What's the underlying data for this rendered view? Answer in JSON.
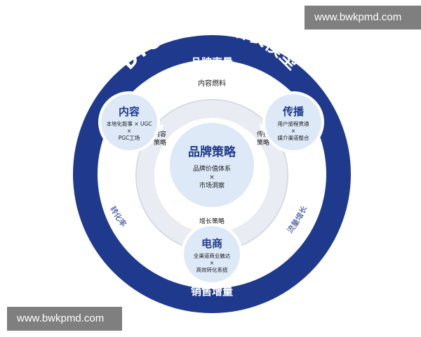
{
  "title": "DTC+全渠道增长模型",
  "ring": {
    "top_label": "品牌声量",
    "bottom_label": "销售增量",
    "left_label": "转化率",
    "right_label": "流量增长"
  },
  "inner_ring_top_label": "内容燃料",
  "center": {
    "title": "品牌策略",
    "line1": "品牌价值体系",
    "sep": "×",
    "line2": "市场洞察"
  },
  "nodes": {
    "content": {
      "title": "内容",
      "line1": "本地化叙事 × UGC",
      "sep": "×",
      "line2": "PGC工场"
    },
    "spread": {
      "title": "传播",
      "line1": "用户旅程贯通",
      "sep": "×",
      "line2": "媒介渠道整合"
    },
    "ecom": {
      "title": "电商",
      "line1": "全渠道商业触达",
      "sep": "×",
      "line2": "高效转化系统"
    }
  },
  "connectors": {
    "content_strategy": [
      "内容",
      "策略"
    ],
    "spread_strategy": [
      "传播",
      "策略"
    ],
    "growth_strategy": "增长策略"
  },
  "watermarks": {
    "top": "www.bwkpmd.com",
    "bottom": "www.bwkpmd.com"
  },
  "colors": {
    "navy": "#1f3a8c",
    "light_blue": "#dde9f7",
    "ring_gray": "#e9edf3"
  }
}
